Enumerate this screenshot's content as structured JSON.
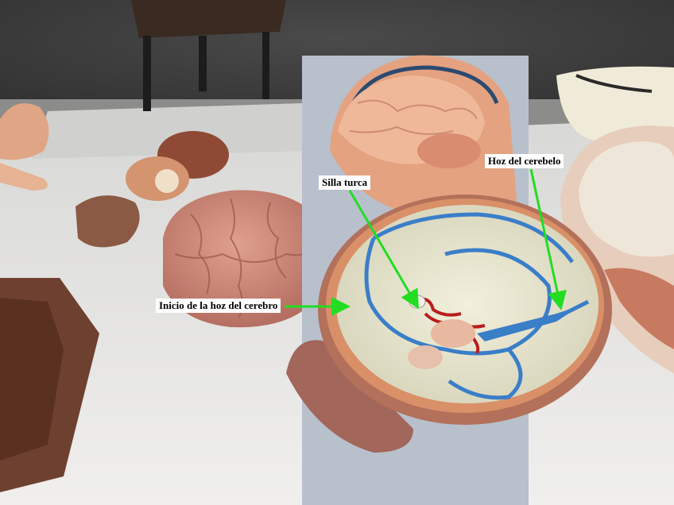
{
  "photo": {
    "subject": "anatomical-brain-and-skull-models",
    "annotation_color": "#22dd22"
  },
  "labels": {
    "silla_turca": "Silla turca",
    "hoz_cerebelo": "Hoz del cerebelo",
    "hoz_cerebro": "Inicio de la hoz del cerebro"
  }
}
